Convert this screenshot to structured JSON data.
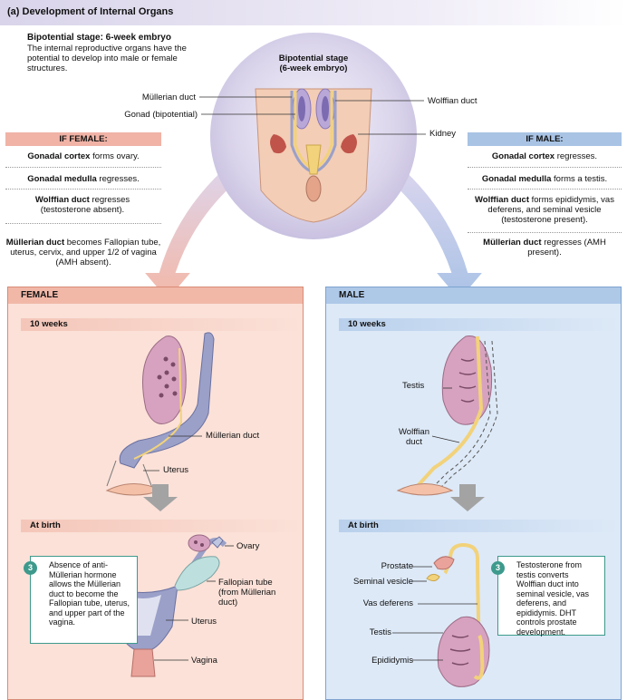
{
  "header": {
    "title": "(a) Development of Internal Organs"
  },
  "bipotential": {
    "heading": "Bipotential stage: 6-week embryo",
    "text": "The internal reproductive organs have the potential to develop into male or female structures.",
    "circle_title_1": "Bipotential stage",
    "circle_title_2": "(6-week embryo)",
    "labels": {
      "mullerian": "Müllerian duct",
      "gonad": "Gonad (bipotential)",
      "wolffian": "Wolffian duct",
      "kidney": "Kidney"
    }
  },
  "female_side": {
    "bar": "IF FEMALE:",
    "items": [
      {
        "bold": "Gonadal cortex",
        "rest": " forms ovary."
      },
      {
        "bold": "Gonadal medulla",
        "rest": " regresses."
      },
      {
        "bold": "Wolffian duct",
        "rest": " regresses (testosterone absent)."
      },
      {
        "bold": "Müllerian duct",
        "rest": " becomes Fallopian tube, uterus, cervix, and upper 1/2 of vagina (AMH absent)."
      }
    ]
  },
  "male_side": {
    "bar": "IF MALE:",
    "items": [
      {
        "bold": "Gonadal cortex",
        "rest": " regresses."
      },
      {
        "bold": "Gonadal medulla",
        "rest": " forms a testis."
      },
      {
        "bold": "Wolffian duct",
        "rest": " forms epididymis, vas deferens, and seminal vesicle (testosterone present)."
      },
      {
        "bold": "Müllerian duct",
        "rest": " regresses (AMH present)."
      }
    ]
  },
  "female_panel": {
    "title": "FEMALE",
    "stage1": "10 weeks",
    "stage2": "At birth",
    "labels": {
      "mullerian": "Müllerian duct",
      "uterus_10": "Uterus",
      "ovary": "Ovary",
      "fallopian": "Fallopian tube (from Müllerian duct)",
      "uterus": "Uterus",
      "vagina": "Vagina"
    },
    "note_num": "3",
    "note": "Absence of anti-Müllerian hormone allows the Müllerian duct to become the Fallopian tube, uterus, and upper part of the vagina."
  },
  "male_panel": {
    "title": "MALE",
    "stage1": "10 weeks",
    "stage2": "At birth",
    "labels": {
      "testis_10": "Testis",
      "wolffian": "Wolffian duct",
      "prostate": "Prostate",
      "seminal": "Seminal vesicle",
      "vas": "Vas deferens",
      "testis": "Testis",
      "epididymis": "Epididymis"
    },
    "note_num": "3",
    "note": "Testosterone from testis converts Wolffian duct into seminal vesicle, vas deferens, and epididymis. DHT controls prostate development."
  },
  "colors": {
    "female_bar": "#f0b3a6",
    "male_bar": "#a8c3e4",
    "female_panel": "#fbe1d8",
    "male_panel": "#dde9f7",
    "note_accent": "#3d9a8c",
    "wolffian_duct": "#f2d27a",
    "mullerian_duct": "#9aa0c8"
  }
}
